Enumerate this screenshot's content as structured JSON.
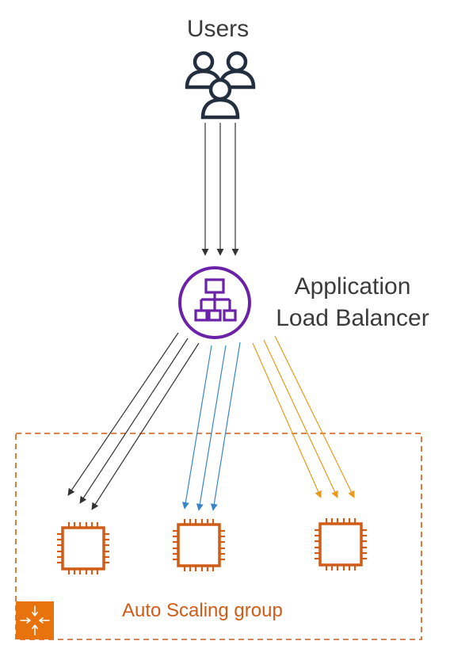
{
  "labels": {
    "users": "Users",
    "alb_line1": "Application",
    "alb_line2": "Load Balancer",
    "asg": "Auto Scaling group"
  },
  "icons": {
    "users": "users-icon",
    "load_balancer": "application-load-balancer-icon",
    "instance": "ec2-instance-chip-icon",
    "auto_scaling": "auto-scaling-group-icon"
  },
  "colors": {
    "text": "#3b3b3b",
    "users_icon": "#232f3e",
    "alb": "#6b21a8",
    "instances": "#d05c17",
    "asg_border": "#d05c17",
    "asg_icon_bg": "#e8730c",
    "arrows_black": "#333333",
    "arrows_blue": "#3a85c6",
    "arrows_orange": "#e89a19"
  },
  "instance_count": 3
}
